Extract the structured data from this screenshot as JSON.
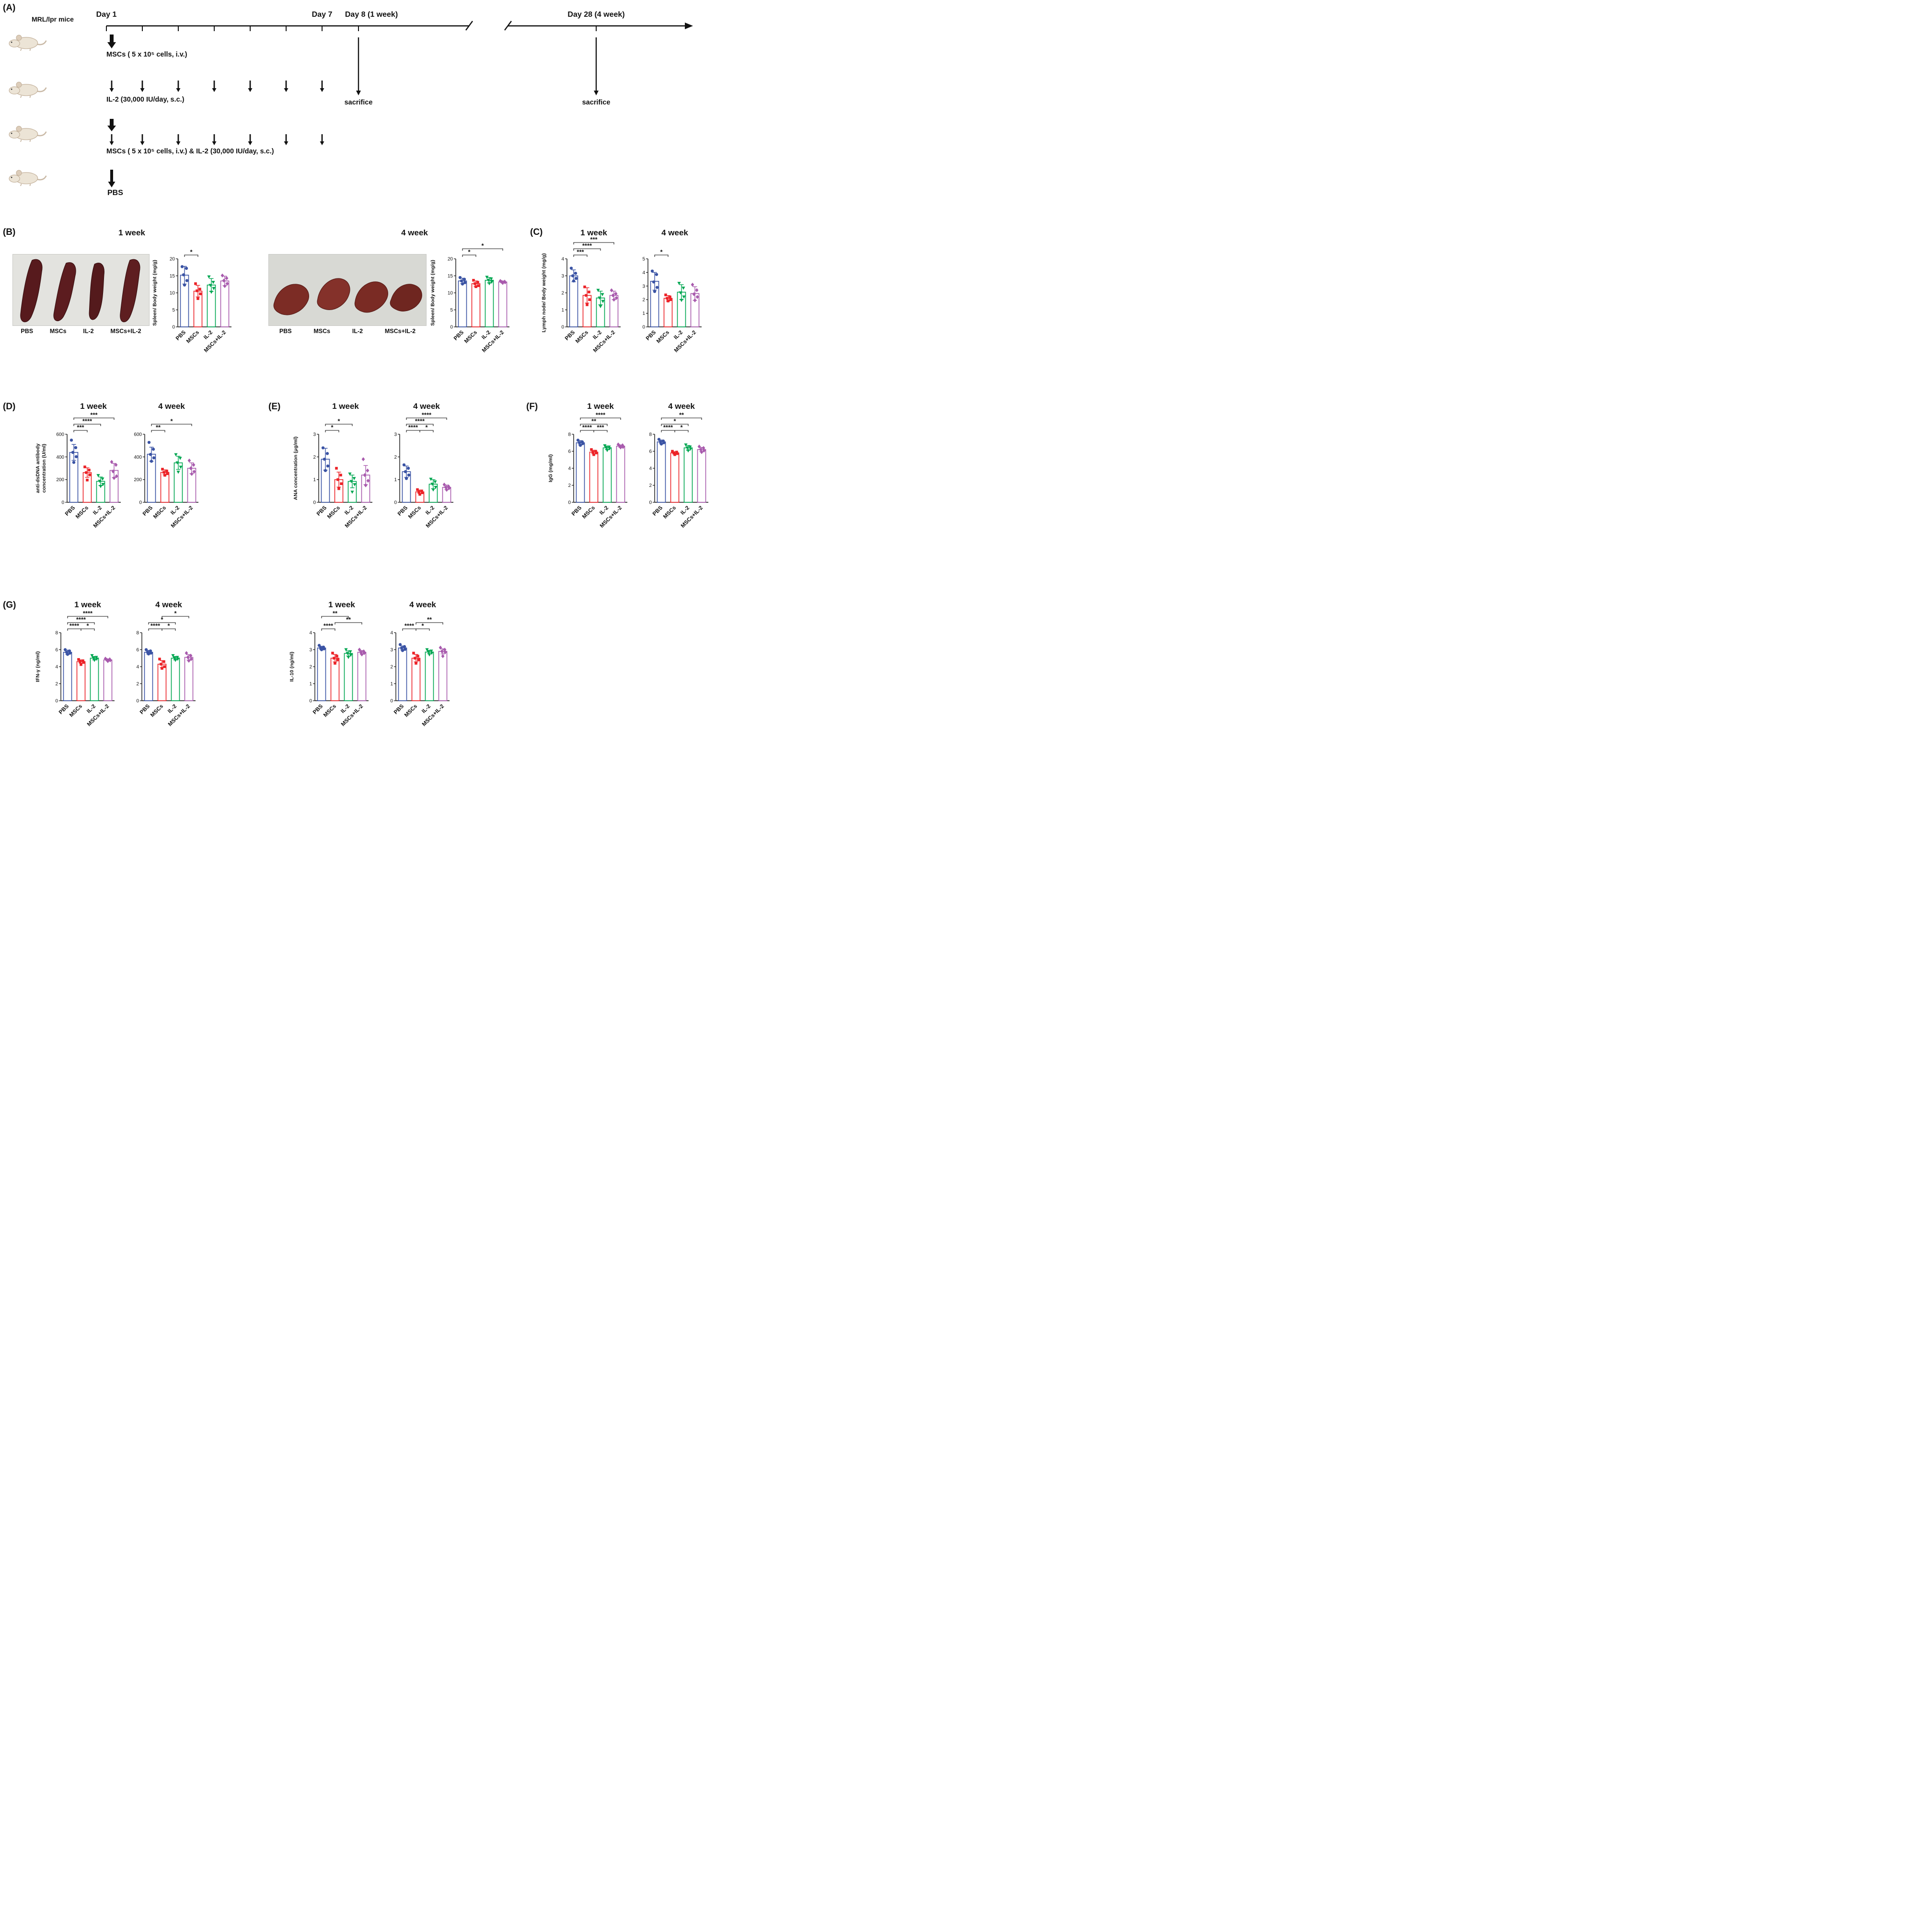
{
  "style": {
    "colors": [
      "#3A53A4",
      "#EC2227",
      "#00A651",
      "#A85AAD"
    ],
    "markers": [
      "circle",
      "square",
      "triangle-down",
      "diamond"
    ]
  },
  "groups": [
    "PBS",
    "MSCs",
    "IL-2",
    "MSCs+IL-2"
  ],
  "panel_a": {
    "label": "(A)",
    "strain": "MRL/lpr mice",
    "day1": "Day 1",
    "day7": "Day 7",
    "day8": "Day 8  (1 week)",
    "day28": "Day 28 (4 week)",
    "treatment_msc": "MSCs ( 5 x 10⁵ cells, i.v.)",
    "treatment_il2": "IL-2 (30,000 IU/day, s.c.)",
    "treatment_combo": "MSCs ( 5 x 10⁵ cells, i.v.) & IL-2 (30,000 IU/day, s.c.)",
    "treatment_pbs": "PBS",
    "sacrifice": "sacrifice"
  },
  "panel_b": {
    "label": "(B)",
    "photo_labels": [
      "PBS",
      "MSCs",
      "IL-2",
      "MSCs+IL-2"
    ]
  },
  "panel_c": {
    "label": "(C)"
  },
  "panel_d": {
    "label": "(D)"
  },
  "panel_e": {
    "label": "(E)"
  },
  "panel_f": {
    "label": "(F)"
  },
  "panel_g": {
    "label": "(G)"
  },
  "chart_data": [
    {
      "id": "b1",
      "panel": "B",
      "type": "bar",
      "title": "1 week",
      "ylabel": "Spleen/ Body weight (mg/g)",
      "ylim": [
        0,
        20
      ],
      "yticks": [
        0,
        5,
        10,
        15,
        20
      ],
      "categories": [
        "PBS",
        "MSCs",
        "IL-2",
        "MSCs+IL-2"
      ],
      "values": [
        15.2,
        10.5,
        12.3,
        13.5
      ],
      "errors": [
        2.6,
        1.7,
        1.9,
        1.4
      ],
      "points": [
        [
          17.7,
          17.2,
          15.3,
          13.6,
          12.3
        ],
        [
          12.7,
          11.1,
          10.6,
          9.7,
          8.3
        ],
        [
          14.7,
          13.1,
          12.2,
          11.3,
          10.2
        ],
        [
          15.1,
          14.3,
          13.6,
          12.7,
          12.0
        ]
      ],
      "sig": [
        {
          "from": 0,
          "to": 1,
          "label": "*",
          "level": 0
        }
      ]
    },
    {
      "id": "b2",
      "panel": "B",
      "type": "bar",
      "title": "4 week",
      "ylabel": "Spleen/ Body weight (mg/g)",
      "ylim": [
        0,
        20
      ],
      "yticks": [
        0,
        5,
        10,
        15,
        20
      ],
      "categories": [
        "PBS",
        "MSCs",
        "IL-2",
        "MSCs+IL-2"
      ],
      "values": [
        13.5,
        12.7,
        13.7,
        13.2
      ],
      "errors": [
        0.8,
        0.8,
        0.8,
        0.3
      ],
      "points": [
        [
          14.5,
          14.0,
          13.5,
          13.0,
          12.6
        ],
        [
          13.7,
          13.1,
          12.7,
          12.1,
          11.8
        ],
        [
          14.6,
          14.1,
          13.7,
          13.2,
          12.7
        ],
        [
          13.5,
          13.3,
          13.2,
          13.1,
          12.9
        ]
      ],
      "sig": [
        {
          "from": 0,
          "to": 1,
          "label": "*",
          "level": 0
        },
        {
          "from": 0,
          "to": 3,
          "label": "*",
          "level": 1
        }
      ]
    },
    {
      "id": "c1",
      "panel": "C",
      "type": "bar",
      "title": "1 week",
      "ylabel": "Lymph node/ Body weight (mg/g)",
      "ylim": [
        0,
        4
      ],
      "yticks": [
        0,
        1,
        2,
        3,
        4
      ],
      "categories": [
        "PBS",
        "MSCs",
        "IL-2",
        "MSCs+IL-2"
      ],
      "values": [
        3.0,
        1.85,
        1.7,
        1.85
      ],
      "errors": [
        0.35,
        0.45,
        0.4,
        0.25
      ],
      "points": [
        [
          3.45,
          3.15,
          3.0,
          2.85,
          2.7
        ],
        [
          2.35,
          2.05,
          1.85,
          1.6,
          1.3
        ],
        [
          2.15,
          1.9,
          1.7,
          1.5,
          1.2
        ],
        [
          2.15,
          1.95,
          1.85,
          1.7,
          1.6
        ]
      ],
      "sig": [
        {
          "from": 0,
          "to": 1,
          "label": "***",
          "level": 0
        },
        {
          "from": 0,
          "to": 2,
          "label": "****",
          "level": 1
        },
        {
          "from": 0,
          "to": 3,
          "label": "***",
          "level": 2
        }
      ]
    },
    {
      "id": "c2",
      "panel": "C",
      "type": "bar",
      "title": "4 week",
      "ylim": [
        0,
        5
      ],
      "yticks": [
        0,
        1,
        2,
        3,
        4,
        5
      ],
      "categories": [
        "PBS",
        "MSCs",
        "IL-2",
        "MSCs+IL-2"
      ],
      "values": [
        3.35,
        2.1,
        2.55,
        2.45
      ],
      "errors": [
        0.65,
        0.2,
        0.55,
        0.5
      ],
      "points": [
        [
          4.1,
          3.85,
          3.3,
          2.9,
          2.6
        ],
        [
          2.35,
          2.2,
          2.1,
          2.0,
          1.9
        ],
        [
          3.2,
          2.85,
          2.5,
          2.2,
          1.95
        ],
        [
          3.1,
          2.7,
          2.4,
          2.2,
          1.95
        ]
      ],
      "sig": [
        {
          "from": 0,
          "to": 1,
          "label": "*",
          "level": 0
        }
      ]
    },
    {
      "id": "d1",
      "panel": "D",
      "type": "bar",
      "title": "1 week",
      "ylabel": [
        "anti-dsDNA antibody",
        "concentration (U/ml)"
      ],
      "ylim": [
        0,
        600
      ],
      "yticks": [
        0,
        200,
        400,
        600
      ],
      "categories": [
        "PBS",
        "MSCs",
        "IL-2",
        "MSCs+IL-2"
      ],
      "values": [
        440,
        262,
        185,
        281
      ],
      "errors": [
        70,
        42,
        38,
        62
      ],
      "points": [
        [
          548,
          482,
          440,
          402,
          352
        ],
        [
          312,
          284,
          262,
          242,
          196
        ],
        [
          236,
          206,
          186,
          158,
          140
        ],
        [
          356,
          330,
          272,
          230,
          214
        ]
      ],
      "sig": [
        {
          "from": 0,
          "to": 1,
          "label": "***",
          "level": 0
        },
        {
          "from": 0,
          "to": 2,
          "label": "****",
          "level": 1
        },
        {
          "from": 0,
          "to": 3,
          "label": "***",
          "level": 2
        }
      ]
    },
    {
      "id": "d2",
      "panel": "D",
      "type": "bar",
      "title": "4 week",
      "ylim": [
        0,
        600
      ],
      "yticks": [
        0,
        200,
        400,
        600
      ],
      "categories": [
        "PBS",
        "MSCs",
        "IL-2",
        "MSCs+IL-2"
      ],
      "values": [
        424,
        264,
        348,
        300
      ],
      "errors": [
        62,
        22,
        58,
        48
      ],
      "points": [
        [
          528,
          468,
          422,
          392,
          362
        ],
        [
          292,
          276,
          264,
          252,
          238
        ],
        [
          420,
          388,
          348,
          310,
          266
        ],
        [
          368,
          330,
          300,
          270,
          250
        ]
      ],
      "sig": [
        {
          "from": 0,
          "to": 1,
          "label": "**",
          "level": 0
        },
        {
          "from": 0,
          "to": 3,
          "label": "*",
          "level": 1
        }
      ]
    },
    {
      "id": "e1",
      "panel": "E",
      "type": "bar",
      "title": "1 week",
      "ylabel": "ANA concentration (μg/ml)",
      "ylim": [
        0,
        3
      ],
      "yticks": [
        0,
        1,
        2,
        3
      ],
      "categories": [
        "PBS",
        "MSCs",
        "IL-2",
        "MSCs+IL-2"
      ],
      "values": [
        1.9,
        1.0,
        0.92,
        1.2
      ],
      "errors": [
        0.48,
        0.33,
        0.28,
        0.42
      ],
      "points": [
        [
          2.4,
          2.15,
          1.9,
          1.6,
          1.4
        ],
        [
          1.5,
          1.2,
          1.0,
          0.82,
          0.6
        ],
        [
          1.25,
          1.05,
          0.92,
          0.78,
          0.45
        ],
        [
          1.9,
          1.4,
          1.2,
          0.95,
          0.75
        ]
      ],
      "sig": [
        {
          "from": 0,
          "to": 1,
          "label": "*",
          "level": 0
        },
        {
          "from": 0,
          "to": 2,
          "label": "*",
          "level": 1
        }
      ]
    },
    {
      "id": "e2",
      "panel": "E",
      "type": "bar",
      "title": "4 week",
      "ylim": [
        0,
        3
      ],
      "yticks": [
        0,
        1,
        2,
        3
      ],
      "categories": [
        "PBS",
        "MSCs",
        "IL-2",
        "MSCs+IL-2"
      ],
      "values": [
        1.35,
        0.46,
        0.8,
        0.66
      ],
      "errors": [
        0.25,
        0.08,
        0.2,
        0.1
      ],
      "points": [
        [
          1.65,
          1.5,
          1.35,
          1.2,
          1.05
        ],
        [
          0.56,
          0.5,
          0.46,
          0.42,
          0.35
        ],
        [
          1.02,
          0.9,
          0.8,
          0.66,
          0.55
        ],
        [
          0.78,
          0.7,
          0.66,
          0.62,
          0.55
        ]
      ],
      "sig": [
        {
          "from": 0,
          "to": 1,
          "label": "****",
          "level": 0
        },
        {
          "from": 1,
          "to": 2,
          "label": "*",
          "level": 0
        },
        {
          "from": 0,
          "to": 2,
          "label": "****",
          "level": 1
        },
        {
          "from": 0,
          "to": 3,
          "label": "****",
          "level": 2
        }
      ]
    },
    {
      "id": "f1",
      "panel": "F",
      "type": "bar",
      "title": "1 week",
      "ylabel": "IgG (mg/ml)",
      "ylim": [
        0,
        8
      ],
      "yticks": [
        0,
        2,
        4,
        6,
        8
      ],
      "categories": [
        "PBS",
        "MSCs",
        "IL-2",
        "MSCs+IL-2"
      ],
      "values": [
        7.0,
        5.9,
        6.4,
        6.6
      ],
      "errors": [
        0.25,
        0.22,
        0.22,
        0.15
      ],
      "points": [
        [
          7.3,
          7.1,
          7.0,
          6.9,
          6.7
        ],
        [
          6.2,
          6.0,
          5.9,
          5.8,
          5.6
        ],
        [
          6.65,
          6.5,
          6.4,
          6.3,
          6.1
        ],
        [
          6.8,
          6.7,
          6.6,
          6.5,
          6.45
        ]
      ],
      "sig": [
        {
          "from": 0,
          "to": 1,
          "label": "****",
          "level": 0
        },
        {
          "from": 1,
          "to": 2,
          "label": "***",
          "level": 0
        },
        {
          "from": 0,
          "to": 2,
          "label": "**",
          "level": 1
        },
        {
          "from": 0,
          "to": 3,
          "label": "****",
          "level": 2
        }
      ]
    },
    {
      "id": "f2",
      "panel": "F",
      "type": "bar",
      "title": "4 week",
      "ylim": [
        0,
        8
      ],
      "yticks": [
        0,
        2,
        4,
        6,
        8
      ],
      "categories": [
        "PBS",
        "MSCs",
        "IL-2",
        "MSCs+IL-2"
      ],
      "values": [
        7.1,
        5.8,
        6.4,
        6.2
      ],
      "errors": [
        0.22,
        0.15,
        0.28,
        0.25
      ],
      "points": [
        [
          7.4,
          7.2,
          7.1,
          7.0,
          6.85
        ],
        [
          6.0,
          5.9,
          5.8,
          5.72,
          5.6
        ],
        [
          6.75,
          6.5,
          6.4,
          6.28,
          6.05
        ],
        [
          6.55,
          6.38,
          6.2,
          6.08,
          5.9
        ]
      ],
      "sig": [
        {
          "from": 0,
          "to": 1,
          "label": "****",
          "level": 0
        },
        {
          "from": 1,
          "to": 2,
          "label": "*",
          "level": 0
        },
        {
          "from": 0,
          "to": 2,
          "label": "*",
          "level": 1
        },
        {
          "from": 0,
          "to": 3,
          "label": "**",
          "level": 2
        }
      ]
    },
    {
      "id": "g1",
      "panel": "G",
      "type": "bar",
      "title": "1 week",
      "ylabel": "IFN-γ (ng/ml)",
      "ylim": [
        0,
        8
      ],
      "yticks": [
        0,
        2,
        4,
        6,
        8
      ],
      "categories": [
        "PBS",
        "MSCs",
        "IL-2",
        "MSCs+IL-2"
      ],
      "values": [
        5.7,
        4.6,
        5.0,
        4.8
      ],
      "errors": [
        0.25,
        0.2,
        0.2,
        0.12
      ],
      "points": [
        [
          6.0,
          5.85,
          5.7,
          5.6,
          5.45
        ],
        [
          4.85,
          4.7,
          4.6,
          4.5,
          4.25
        ],
        [
          5.3,
          5.1,
          5.0,
          4.9,
          4.75
        ],
        [
          4.95,
          4.87,
          4.8,
          4.75,
          4.65
        ]
      ],
      "sig": [
        {
          "from": 0,
          "to": 1,
          "label": "****",
          "level": 0
        },
        {
          "from": 1,
          "to": 2,
          "label": "*",
          "level": 0
        },
        {
          "from": 0,
          "to": 2,
          "label": "****",
          "level": 1
        },
        {
          "from": 0,
          "to": 3,
          "label": "****",
          "level": 2
        }
      ]
    },
    {
      "id": "g2",
      "panel": "G",
      "type": "bar",
      "title": "4 week",
      "ylim": [
        0,
        8
      ],
      "yticks": [
        0,
        2,
        4,
        6,
        8
      ],
      "categories": [
        "PBS",
        "MSCs",
        "IL-2",
        "MSCs+IL-2"
      ],
      "values": [
        5.7,
        4.3,
        5.0,
        5.1
      ],
      "errors": [
        0.22,
        0.42,
        0.2,
        0.32
      ],
      "points": [
        [
          6.0,
          5.85,
          5.7,
          5.6,
          5.5
        ],
        [
          4.9,
          4.6,
          4.3,
          4.0,
          3.8
        ],
        [
          5.3,
          5.1,
          5.0,
          4.9,
          4.75
        ],
        [
          5.6,
          5.3,
          5.1,
          4.9,
          4.7
        ]
      ],
      "sig": [
        {
          "from": 0,
          "to": 1,
          "label": "****",
          "level": 0
        },
        {
          "from": 1,
          "to": 2,
          "label": "*",
          "level": 0
        },
        {
          "from": 0,
          "to": 2,
          "label": "*",
          "level": 1
        },
        {
          "from": 1,
          "to": 3,
          "label": "*",
          "level": 2
        }
      ]
    },
    {
      "id": "g3",
      "panel": "G",
      "type": "bar",
      "title": "1 week",
      "ylabel": "IL-10 (ng/ml)",
      "ylim": [
        0,
        4
      ],
      "yticks": [
        0,
        1,
        2,
        3,
        4
      ],
      "categories": [
        "PBS",
        "MSCs",
        "IL-2",
        "MSCs+IL-2"
      ],
      "values": [
        3.1,
        2.5,
        2.78,
        2.85
      ],
      "errors": [
        0.1,
        0.22,
        0.15,
        0.1
      ],
      "points": [
        [
          3.25,
          3.15,
          3.1,
          3.05,
          3.0
        ],
        [
          2.8,
          2.62,
          2.5,
          2.4,
          2.2
        ],
        [
          3.0,
          2.88,
          2.78,
          2.68,
          2.55
        ],
        [
          3.0,
          2.9,
          2.85,
          2.8,
          2.72
        ]
      ],
      "sig": [
        {
          "from": 0,
          "to": 1,
          "label": "****",
          "level": 0
        },
        {
          "from": 1,
          "to": 3,
          "label": "**",
          "level": 1
        },
        {
          "from": 0,
          "to": 2,
          "label": "**",
          "level": 2
        }
      ]
    },
    {
      "id": "g4",
      "panel": "G",
      "type": "bar",
      "title": "4 week",
      "ylim": [
        0,
        4
      ],
      "yticks": [
        0,
        1,
        2,
        3,
        4
      ],
      "categories": [
        "PBS",
        "MSCs",
        "IL-2",
        "MSCs+IL-2"
      ],
      "values": [
        3.1,
        2.5,
        2.86,
        2.9
      ],
      "errors": [
        0.12,
        0.22,
        0.1,
        0.15
      ],
      "points": [
        [
          3.3,
          3.18,
          3.1,
          3.02,
          2.95
        ],
        [
          2.8,
          2.62,
          2.5,
          2.4,
          2.2
        ],
        [
          3.0,
          2.92,
          2.86,
          2.8,
          2.7
        ],
        [
          3.12,
          3.0,
          2.9,
          2.85,
          2.62
        ]
      ],
      "sig": [
        {
          "from": 0,
          "to": 1,
          "label": "****",
          "level": 0
        },
        {
          "from": 1,
          "to": 2,
          "label": "*",
          "level": 0
        },
        {
          "from": 1,
          "to": 3,
          "label": "**",
          "level": 1
        }
      ]
    }
  ]
}
